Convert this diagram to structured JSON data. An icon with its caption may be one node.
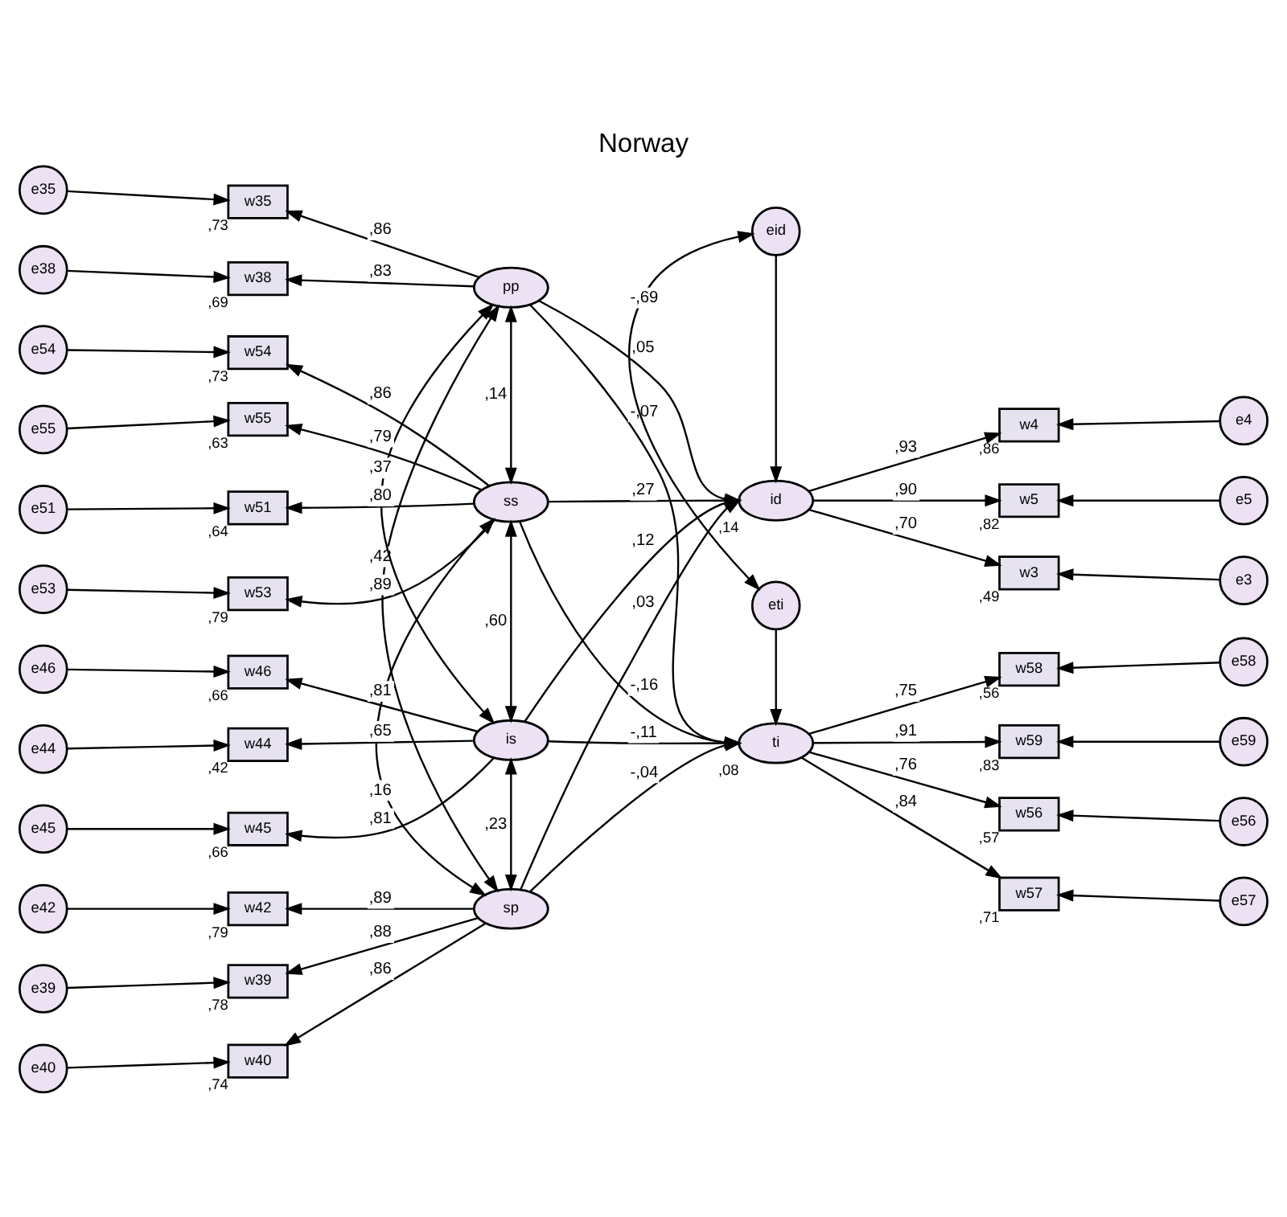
{
  "diagram": {
    "title": "Norway",
    "nodes": [
      {
        "text": [
          "e3"
        ]
      },
      {
        "text": [
          "e4"
        ]
      },
      {
        "text": [
          "e5"
        ]
      },
      {
        "text": [
          "w3"
        ],
        "beside": [
          ",49"
        ]
      },
      {
        "text": [
          "w4"
        ],
        "beside": [
          ",86"
        ]
      },
      {
        "text": [
          "w5"
        ],
        "beside": [
          ",82"
        ]
      },
      {
        "text": [
          "e35"
        ]
      },
      {
        "text": [
          "w35"
        ],
        "beside": [
          ",73"
        ]
      },
      {
        "text": [
          "pp"
        ]
      },
      {
        "text": [
          "e38"
        ]
      },
      {
        "text": [
          "w38"
        ],
        "beside": [
          ",69"
        ]
      },
      {
        "text": [
          "id"
        ],
        "beside": [
          ",14"
        ]
      },
      {
        "text": [
          "eid"
        ]
      },
      {
        "text": [
          "e39"
        ]
      },
      {
        "text": [
          "w39"
        ],
        "beside": [
          ",78"
        ]
      },
      {
        "text": [
          "e40"
        ]
      },
      {
        "text": [
          "w40"
        ],
        "beside": [
          ",74"
        ]
      },
      {
        "text": [
          "sp"
        ]
      },
      {
        "text": [
          "e42"
        ]
      },
      {
        "text": [
          "w42"
        ],
        "beside": [
          ",79"
        ]
      },
      {
        "text": [
          "e44"
        ]
      },
      {
        "text": [
          "w44"
        ],
        "beside": [
          ",42"
        ]
      },
      {
        "text": [
          "e45"
        ]
      },
      {
        "text": [
          "w45"
        ],
        "beside": [
          ",66"
        ]
      },
      {
        "text": [
          "is"
        ]
      },
      {
        "text": [
          "ti"
        ],
        "beside": [
          ",08"
        ]
      },
      {
        "text": [
          "eti"
        ]
      },
      {
        "text": [
          "e46"
        ]
      },
      {
        "text": [
          "w46"
        ],
        "beside": [
          ",66"
        ]
      },
      {
        "text": [
          "e51"
        ]
      },
      {
        "text": [
          "w51"
        ],
        "beside": [
          ",64"
        ]
      },
      {
        "text": [
          "e53"
        ]
      },
      {
        "text": [
          "w53"
        ],
        "beside": [
          ",79"
        ]
      },
      {
        "text": [
          "e54"
        ]
      },
      {
        "text": [
          "w54"
        ],
        "beside": [
          ",73"
        ]
      },
      {
        "text": [
          "ss"
        ]
      },
      {
        "text": [
          "e55"
        ]
      },
      {
        "text": [
          "w55"
        ],
        "beside": [
          ",63"
        ]
      },
      {
        "text": [
          "w56"
        ],
        "beside": [
          ",57"
        ]
      },
      {
        "text": [
          "w57"
        ],
        "beside": [
          ",71"
        ]
      },
      {
        "text": [
          "w58"
        ],
        "beside": [
          ",56"
        ]
      },
      {
        "text": [
          "w59"
        ],
        "beside": [
          ",83"
        ]
      },
      {
        "text": [
          "e56"
        ]
      },
      {
        "text": [
          "e57"
        ]
      },
      {
        "text": [
          "e58"
        ]
      },
      {
        "text": [
          "e59"
        ]
      }
    ],
    "edges": [
      {
        "from": 0,
        "to": 3,
        "arrow": "to"
      },
      {
        "from": 1,
        "to": 4,
        "arrow": "to"
      },
      {
        "from": 2,
        "to": 5,
        "arrow": "to"
      },
      {
        "from": 6,
        "to": 7,
        "arrow": "to"
      },
      {
        "from": 8,
        "to": 7,
        "arrow": "to",
        "label": ",86"
      },
      {
        "from": 9,
        "to": 10,
        "arrow": "to"
      },
      {
        "from": 8,
        "to": 10,
        "arrow": "to",
        "label": ",83"
      },
      {
        "from": 11,
        "to": 3,
        "arrow": "to",
        "label": ",70"
      },
      {
        "from": 11,
        "to": 4,
        "arrow": "to",
        "label": ",93"
      },
      {
        "from": 11,
        "to": 5,
        "arrow": "to",
        "label": ",90"
      },
      {
        "from": 12,
        "to": 11,
        "arrow": "to"
      },
      {
        "from": 8,
        "to": 11,
        "arrow": "to",
        "label": ",05"
      },
      {
        "from": 13,
        "to": 14,
        "arrow": "to"
      },
      {
        "from": 17,
        "to": 14,
        "arrow": "to",
        "label": ",88"
      },
      {
        "from": 15,
        "to": 16,
        "arrow": "to"
      },
      {
        "from": 17,
        "to": 16,
        "arrow": "to",
        "label": ",86"
      },
      {
        "from": 18,
        "to": 19,
        "arrow": "to"
      },
      {
        "from": 17,
        "to": 19,
        "arrow": "to",
        "label": ",89"
      },
      {
        "from": 8,
        "to": 17,
        "arrow": "both",
        "label": ",42"
      },
      {
        "from": 17,
        "to": 11,
        "arrow": "to",
        "label": ",03"
      },
      {
        "from": 20,
        "to": 21,
        "arrow": "to"
      },
      {
        "from": 24,
        "to": 21,
        "arrow": "to",
        "label": ",65"
      },
      {
        "from": 22,
        "to": 23,
        "arrow": "to"
      },
      {
        "from": 24,
        "to": 23,
        "arrow": "to",
        "label": ",81"
      },
      {
        "from": 27,
        "to": 28,
        "arrow": "to"
      },
      {
        "from": 24,
        "to": 28,
        "arrow": "to",
        "label": ",81"
      },
      {
        "from": 8,
        "to": 24,
        "arrow": "both",
        "label": ",37"
      },
      {
        "from": 17,
        "to": 24,
        "arrow": "both",
        "label": ",23"
      },
      {
        "from": 24,
        "to": 11,
        "arrow": "to",
        "label": ",12"
      },
      {
        "from": 8,
        "to": 25,
        "arrow": "to",
        "label": "-,07"
      },
      {
        "from": 17,
        "to": 25,
        "arrow": "to",
        "label": "-,04"
      },
      {
        "from": 24,
        "to": 25,
        "arrow": "to",
        "label": "-,11"
      },
      {
        "from": 26,
        "to": 25,
        "arrow": "to"
      },
      {
        "from": 12,
        "to": 26,
        "arrow": "both",
        "label": "-,69"
      },
      {
        "from": 29,
        "to": 30,
        "arrow": "to"
      },
      {
        "from": 35,
        "to": 30,
        "arrow": "to",
        "label": ",80"
      },
      {
        "from": 31,
        "to": 32,
        "arrow": "to"
      },
      {
        "from": 35,
        "to": 32,
        "arrow": "to",
        "label": ",89"
      },
      {
        "from": 33,
        "to": 34,
        "arrow": "to"
      },
      {
        "from": 35,
        "to": 34,
        "arrow": "to",
        "label": ",86"
      },
      {
        "from": 36,
        "to": 37,
        "arrow": "to"
      },
      {
        "from": 35,
        "to": 37,
        "arrow": "to",
        "label": ",79"
      },
      {
        "from": 24,
        "to": 35,
        "arrow": "both",
        "label": ",60"
      },
      {
        "from": 17,
        "to": 35,
        "arrow": "both",
        "label": ",16"
      },
      {
        "from": 8,
        "to": 35,
        "arrow": "both",
        "label": ",14"
      },
      {
        "from": 35,
        "to": 11,
        "arrow": "to",
        "label": ",27"
      },
      {
        "from": 35,
        "to": 25,
        "arrow": "to",
        "label": "-,16"
      },
      {
        "from": 25,
        "to": 38,
        "arrow": "to",
        "label": ",76"
      },
      {
        "from": 25,
        "to": 39,
        "arrow": "to",
        "label": ",84"
      },
      {
        "from": 25,
        "to": 40,
        "arrow": "to",
        "label": ",75"
      },
      {
        "from": 25,
        "to": 41,
        "arrow": "to",
        "label": ",91"
      },
      {
        "from": 42,
        "to": 38,
        "arrow": "to"
      },
      {
        "from": 43,
        "to": 39,
        "arrow": "to"
      },
      {
        "from": 44,
        "to": 40,
        "arrow": "to"
      },
      {
        "from": 45,
        "to": 41,
        "arrow": "to"
      }
    ]
  }
}
